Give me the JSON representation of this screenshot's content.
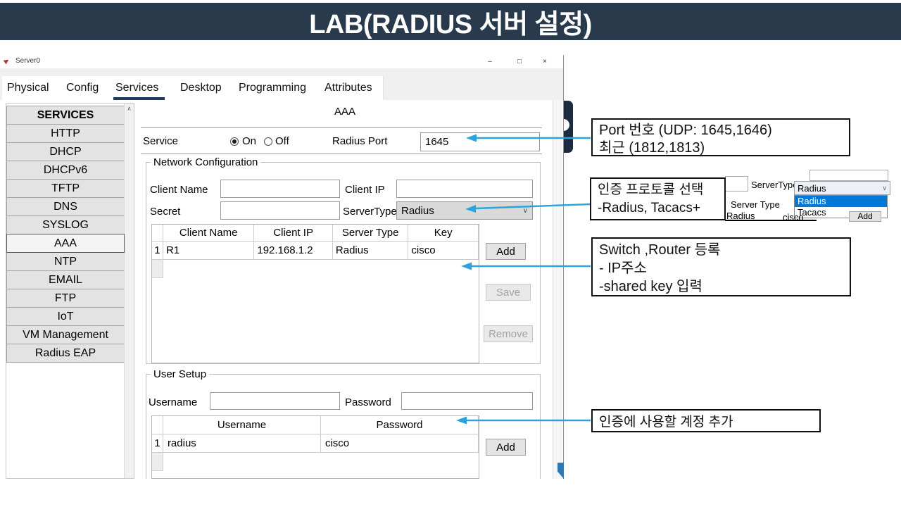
{
  "colors": {
    "banner_bg": "#293a4d",
    "arrow": "#2aa4dc",
    "selection": "#0078d7",
    "tab_underline": "#1f3a5f"
  },
  "banner": {
    "title": "LAB(RADIUS 서버 설정)"
  },
  "window": {
    "title": "Server0",
    "controls": {
      "minimize": "–",
      "maximize": "□",
      "close": "×"
    },
    "tabs": [
      "Physical",
      "Config",
      "Services",
      "Desktop",
      "Programming",
      "Attributes"
    ],
    "active_tab": "Services",
    "sidebar": {
      "header": "SERVICES",
      "items": [
        "HTTP",
        "DHCP",
        "DHCPv6",
        "TFTP",
        "DNS",
        "SYSLOG",
        "AAA",
        "NTP",
        "EMAIL",
        "FTP",
        "IoT",
        "VM Management",
        "Radius EAP"
      ],
      "selected": "AAA"
    },
    "aaa": {
      "heading": "AAA",
      "service": {
        "label": "Service",
        "on": "On",
        "off": "Off",
        "state": "On"
      },
      "radius_port": {
        "label": "Radius Port",
        "value": "1645"
      },
      "network_configuration": {
        "legend": "Network Configuration",
        "client_name": {
          "label": "Client Name",
          "value": ""
        },
        "client_ip": {
          "label": "Client IP",
          "value": ""
        },
        "secret": {
          "label": "Secret",
          "value": ""
        },
        "server_type": {
          "label": "ServerType",
          "value": "Radius"
        },
        "table": {
          "headers": [
            "Client Name",
            "Client IP",
            "Server Type",
            "Key"
          ],
          "rows": [
            {
              "num": "1",
              "client_name": "R1",
              "client_ip": "192.168.1.2",
              "server_type": "Radius",
              "key": "cisco"
            }
          ]
        },
        "add": "Add",
        "save": "Save",
        "remove": "Remove"
      },
      "user_setup": {
        "legend": "User Setup",
        "username": {
          "label": "Username",
          "value": ""
        },
        "password": {
          "label": "Password",
          "value": ""
        },
        "table": {
          "headers": [
            "Username",
            "Password"
          ],
          "rows": [
            {
              "num": "1",
              "username": "radius",
              "password": "cisco"
            }
          ]
        },
        "add": "Add"
      }
    }
  },
  "annotations": {
    "port": {
      "line1": "Port 번호 (UDP: 1645,1646)",
      "line2": "최근 (1812,1813)"
    },
    "protocol": {
      "line1": "인증 프로토콜 선택",
      "line2": "-Radius, Tacacs+"
    },
    "register": {
      "line1": "Switch ,Router 등록",
      "line2": "- IP주소",
      "line3": "-shared key 입력"
    },
    "account": {
      "line1": "인증에 사용할 계정 추가"
    }
  },
  "snippet": {
    "server_type_label": "ServerType",
    "combo_value": "Radius",
    "option_selected": "Radius",
    "option_other": "Tacacs",
    "col_header": "Server Type",
    "col_value": "Radius",
    "key_value": "cisco",
    "add": "Add"
  }
}
